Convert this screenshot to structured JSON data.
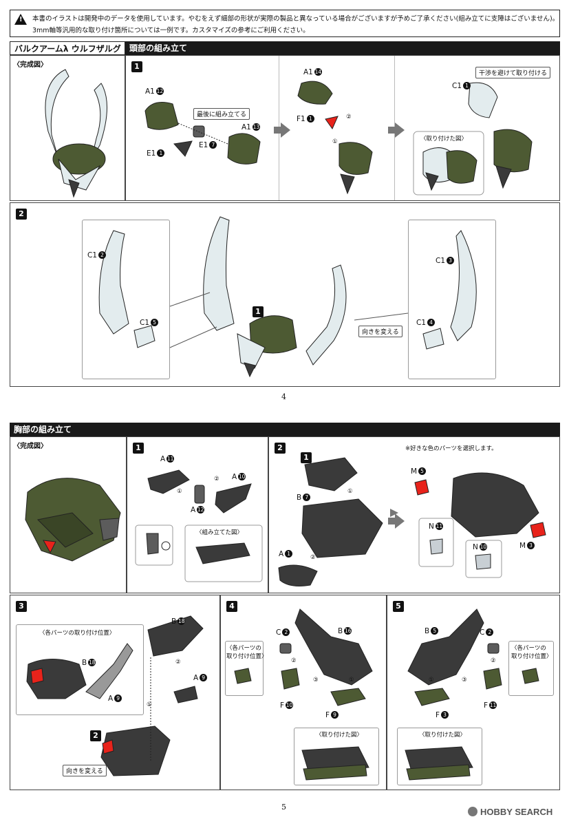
{
  "notice": {
    "warn_mark": "!",
    "line1": "本書のイラストは開発中のデータを使用しています。やむをえず細部の形状が実際の製品と異なっている場合がございますが予めご了承ください(組み立てに支障はございません)。",
    "line2": "3mm軸等汎用的な取り付け箇所については一例です。カスタマイズの参考にご利用ください。"
  },
  "page4": {
    "product_name": "バルクアームλ ウルフザルグ",
    "section_title": "頭部の組み立て",
    "completed_label": "〈完成図〉",
    "step1": {
      "number": "1",
      "labels": {
        "a1_12": "A1",
        "a1_12_n": "12",
        "a1_13": "A1",
        "a1_13_n": "13",
        "e1_1": "E1",
        "e1_1_n": "1",
        "e1_7": "E1",
        "e1_7_n": "7",
        "a1_14": "A1",
        "a1_14_n": "14",
        "f1_1": "F1",
        "f1_1_n": "1",
        "c1_1": "C1",
        "c1_1_n": "1",
        "order1": "①",
        "order2": "②"
      },
      "callout_last": "最後に組み立てる",
      "callout_avoid": "干渉を避けて取り付ける",
      "attached_view": "〈取り付けた図〉"
    },
    "step2": {
      "number": "2",
      "inner_step": "1",
      "labels": {
        "c1_2": "C1",
        "c1_2_n": "2",
        "c1_5": "C1",
        "c1_5_n": "5",
        "c1_3": "C1",
        "c1_3_n": "3",
        "c1_4": "C1",
        "c1_4_n": "4"
      },
      "callout_turn": "向きを変える"
    },
    "page_number": "4"
  },
  "page5": {
    "section_title": "胸部の組み立て",
    "completed_label": "〈完成図〉",
    "step1": {
      "number": "1",
      "labels": {
        "a11": "A",
        "a11_n": "11",
        "a10": "A",
        "a10_n": "10",
        "a12": "A",
        "a12_n": "12",
        "o1": "①",
        "o2": "②"
      },
      "assembled": "〈組み立てた図〉"
    },
    "step2": {
      "number": "2",
      "inner_step": "1",
      "note": "※好きな色のパーツを選択します。",
      "labels": {
        "b7": "B",
        "b7_n": "7",
        "a1": "A",
        "a1_n": "1",
        "m5": "M",
        "m5_n": "5",
        "m3": "M",
        "m3_n": "3",
        "n11": "N",
        "n11_n": "11",
        "n10": "N",
        "n10_n": "10",
        "o1": "①",
        "o2": "②"
      }
    },
    "step3": {
      "number": "3",
      "inner_step": "2",
      "positions": "〈各パーツの取り付け位置〉",
      "labels": {
        "b18": "B",
        "b18_n": "18",
        "a9": "A",
        "a9_n": "9",
        "o1": "①",
        "o2": "②"
      },
      "callout_turn": "向きを変える"
    },
    "step4": {
      "number": "4",
      "positions_l1": "〈各パーツの",
      "positions_l2": "取り付け位置〉",
      "attached_view": "〈取り付けた図〉",
      "labels": {
        "c2": "C",
        "c2_n": "2",
        "b16": "B",
        "b16_n": "16",
        "f10": "F",
        "f10_n": "10",
        "f9": "F",
        "f9_n": "9",
        "o1": "①",
        "o2": "②",
        "o3": "③"
      }
    },
    "step5": {
      "number": "5",
      "positions_l1": "〈各パーツの",
      "positions_l2": "取り付け位置〉",
      "attached_view": "〈取り付けた図〉",
      "labels": {
        "b5": "B",
        "b5_n": "5",
        "c2": "C",
        "c2_n": "2",
        "f11": "F",
        "f11_n": "11",
        "f3": "F",
        "f3_n": "3",
        "o1": "①",
        "o2": "②",
        "o3": "③"
      }
    },
    "page_number": "5"
  },
  "watermark": "HOBBY SEARCH",
  "colors": {
    "olive": "#4d5a33",
    "olive_dark": "#3a4526",
    "grey": "#5c5c5c",
    "light": "#e3ecee",
    "red": "#e8231b"
  }
}
